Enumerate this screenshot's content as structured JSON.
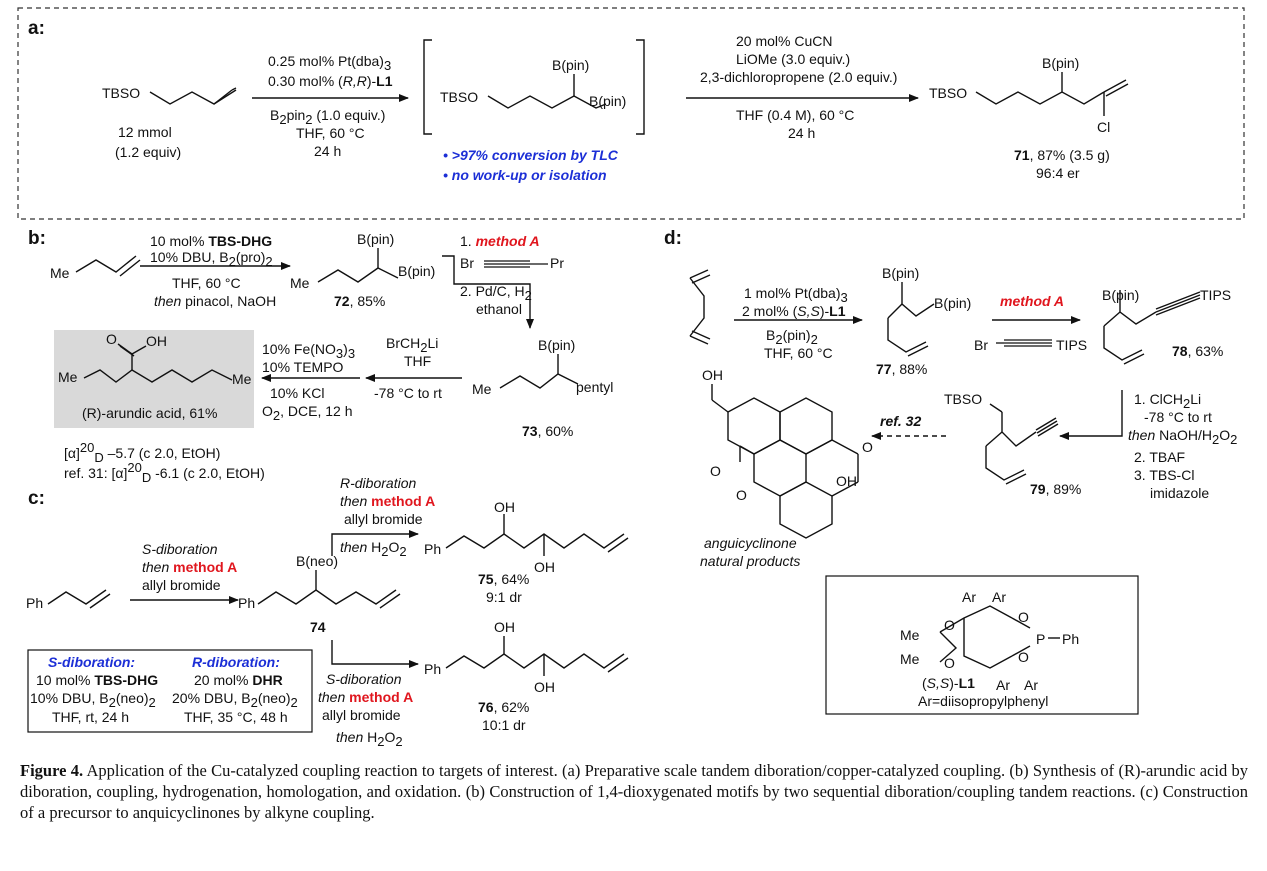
{
  "labels": {
    "a": "a:",
    "b": "b:",
    "c": "c:",
    "d": "d:"
  },
  "panel_a": {
    "start_reagent": "TBSO",
    "start_amount": "12 mmol",
    "start_equiv": "(1.2 equiv)",
    "cond1_line1": "0.25 mol% Pt(dba)",
    "cond1_line1_sub": "3",
    "cond1_line2_pre": "0.30 mol% (",
    "cond1_line2_ital": "R,R",
    "cond1_line2_mid": ")-",
    "cond1_line2_bold": "L1",
    "cond1_line3": "B",
    "cond1_line3_sub1": "2",
    "cond1_line3_b": "pin",
    "cond1_line3_sub2": "2",
    "cond1_line3_end": " (1.0 equiv.)",
    "cond1_line4": "THF, 60 °C",
    "cond1_line5": "24 h",
    "intermediate_tbso": "TBSO",
    "intermediate_bpin_top": "B(pin)",
    "intermediate_bpin_right": "B(pin)",
    "bullet1": "• >97% conversion by TLC",
    "bullet2": "• no work-up or isolation",
    "cond2_line1": "20 mol% CuCN",
    "cond2_line2": "LiOMe (3.0 equiv.)",
    "cond2_line3": "2,3-dichloropropene (2.0 equiv.)",
    "cond2_line4": "THF (0.4 M), 60 °C",
    "cond2_line5": "24 h",
    "product_tbso": "TBSO",
    "product_bpin": "B(pin)",
    "product_cl": "Cl",
    "product_num": "71",
    "product_yield": ", 87% (3.5 g)",
    "product_er": "96:4 er"
  },
  "panel_b": {
    "start_me": "Me",
    "cond1_line1_pre": "10 mol% ",
    "cond1_line1_bold": "TBS-DHG",
    "cond1_line2": "10% DBU, B",
    "cond1_line2_sub": "2",
    "cond1_line2_end": "(pro)",
    "cond1_line2_sub2": "2",
    "cond1_line3": "THF, 60 °C",
    "cond1_line4_ital": "then",
    "cond1_line4": " pinacol, NaOH",
    "p72_me": "Me",
    "p72_bpin_top": "B(pin)",
    "p72_bpin_right": "B(pin)",
    "p72_num": "72",
    "p72_yield": ", 85%",
    "step1": "1. ",
    "step1_method": "method A",
    "alkyne_br": "Br",
    "alkyne_pr": "Pr",
    "step2": "2. Pd/C, H",
    "step2_sub": "2",
    "step2_solvent": "ethanol",
    "p73_me": "Me",
    "p73_bpin": "B(pin)",
    "p73_pentyl": "pentyl",
    "p73_num": "73",
    "p73_yield": ", 60%",
    "homolog1": "BrCH",
    "homolog1_sub": "2",
    "homolog1_end": "Li",
    "homolog2": "THF",
    "homolog3": "-78 °C to rt",
    "ox1": "10% Fe(NO",
    "ox1_sub": "3",
    "ox1_end": ")",
    "ox1_sub2": "3",
    "ox2": "10% TEMPO",
    "ox3": "10% KCl",
    "ox4": "O",
    "ox4_sub": "2",
    "ox4_end": ", DCE, 12 h",
    "acid_o": "O",
    "acid_oh": "OH",
    "acid_me_left": "Me",
    "acid_me_right": "Me",
    "acid_name": "(R)-arundic acid, 61%",
    "rot1": "[α]",
    "rot1_sup": "20",
    "rot1_sub": "D",
    "rot1_end": " –5.7 (c 2.0, EtOH)",
    "rot2": "ref. 31: [α]",
    "rot2_sup": "20",
    "rot2_sub": "D",
    "rot2_end": " -6.1 (c 2.0, EtOH)"
  },
  "panel_c": {
    "start_ph": "Ph",
    "s_dib_1": "S-diboration",
    "s_dib_2_ital": "then",
    "s_dib_2_red": "method A",
    "s_dib_3": "allyl bromide",
    "p74_ph": "Ph",
    "p74_bneo": "B(neo)",
    "p74_num": "74",
    "r_dib_1": "R-diboration",
    "r_dib_2_ital": "then",
    "r_dib_2_red": "method A",
    "r_dib_3": "allyl bromide",
    "r_dib_4_ital": "then",
    "r_dib_4": " H",
    "r_dib_4_sub": "2",
    "r_dib_4_end": "O",
    "r_dib_4_sub2": "2",
    "p75_ph": "Ph",
    "p75_oh1": "OH",
    "p75_oh2": "OH",
    "p75_num": "75",
    "p75_yield": ", 64%",
    "p75_dr": "9:1 dr",
    "s2_dib_1": "S-diboration",
    "s2_dib_2_ital": "then",
    "s2_dib_2_red": "method A",
    "s2_dib_3": "allyl bromide",
    "s2_dib_4_ital": "then",
    "s2_dib_4": " H",
    "s2_dib_4_sub": "2",
    "s2_dib_4_end": "O",
    "s2_dib_4_sub2": "2",
    "p76_ph": "Ph",
    "p76_oh1": "OH",
    "p76_oh2": "OH",
    "p76_num": "76",
    "p76_yield": ", 62%",
    "p76_dr": "10:1 dr",
    "box_s_head": "S-diboration:",
    "box_r_head": "R-diboration:",
    "box_s_1_pre": "10 mol% ",
    "box_s_1_bold": "TBS-DHG",
    "box_r_1_pre": "20 mol% ",
    "box_r_1_bold": "DHR",
    "box_s_2": "10% DBU, B",
    "box_s_2_sub": "2",
    "box_s_2_end": "(neo)",
    "box_s_2_sub2": "2",
    "box_r_2": "20% DBU, B",
    "box_r_2_sub": "2",
    "box_r_2_end": "(neo)",
    "box_r_2_sub2": "2",
    "box_s_3": "THF, rt, 24 h",
    "box_r_3": "THF, 35 °C, 48 h"
  },
  "panel_d": {
    "cond1_line1": "1 mol% Pt(dba)",
    "cond1_line1_sub": "3",
    "cond1_line2_pre": "2 mol% (",
    "cond1_line2_ital": "S,S",
    "cond1_line2_mid": ")-",
    "cond1_line2_bold": "L1",
    "cond1_line3": "B",
    "cond1_line3_sub": "2",
    "cond1_line3_end": "(pin)",
    "cond1_line3_sub2": "2",
    "cond1_line4": "THF, 60 °C",
    "p77_bpin_top": "B(pin)",
    "p77_bpin_right": "B(pin)",
    "p77_num": "77",
    "p77_yield": ", 88%",
    "method": "method A",
    "alkyne_br": "Br",
    "alkyne_tips": "TIPS",
    "p78_bpin": "B(pin)",
    "p78_tips": "TIPS",
    "p78_num": "78",
    "p78_yield": ", 63%",
    "steps1": "1. ClCH",
    "steps1_sub": "2",
    "steps1_end": "Li",
    "steps2": "-78 °C to rt",
    "steps3_ital": "then",
    "steps3": " NaOH/H",
    "steps3_sub": "2",
    "steps3_end": "O",
    "steps3_sub2": "2",
    "steps4": "2. TBAF",
    "steps5": "3. TBS-Cl",
    "steps6": "imidazole",
    "p79_tbso": "TBSO",
    "p79_num": "79",
    "p79_yield": ", 89%",
    "ref": "ref. 32",
    "ang_oh": "OH",
    "ang_o1": "O",
    "ang_o2": "O",
    "ang_o3": "O",
    "ang_oh2": "OH",
    "ang_name1": "anguicyclinone",
    "ang_name2": "natural products",
    "l1_ar1": "Ar",
    "l1_ar2": "Ar",
    "l1_ar3": "Ar",
    "l1_ar4": "Ar",
    "l1_me1": "Me",
    "l1_me2": "Me",
    "l1_o1": "O",
    "l1_o2": "O",
    "l1_o3": "O",
    "l1_o4": "O",
    "l1_p": "P",
    "l1_ph": "Ph",
    "l1_name_pre": "(",
    "l1_name_ital": "S,S",
    "l1_name_mid": ")-",
    "l1_name_bold": "L1",
    "l1_ar_def": "Ar=diisopropylphenyl"
  },
  "caption": {
    "fig": "Figure 4.",
    "text": " Application of the Cu-catalyzed coupling reaction to targets of interest. (a) Preparative scale tandem diboration/copper-catalyzed coupling. (b) Synthesis of (R)-arundic acid by diboration, coupling, hydrogenation, homologation, and oxidation. (b) Construction of 1,4-dioxygenated motifs by two sequential diboration/coupling tandem reactions. (c) Construction of a precursor to anquicyclinones by alkyne coupling."
  }
}
